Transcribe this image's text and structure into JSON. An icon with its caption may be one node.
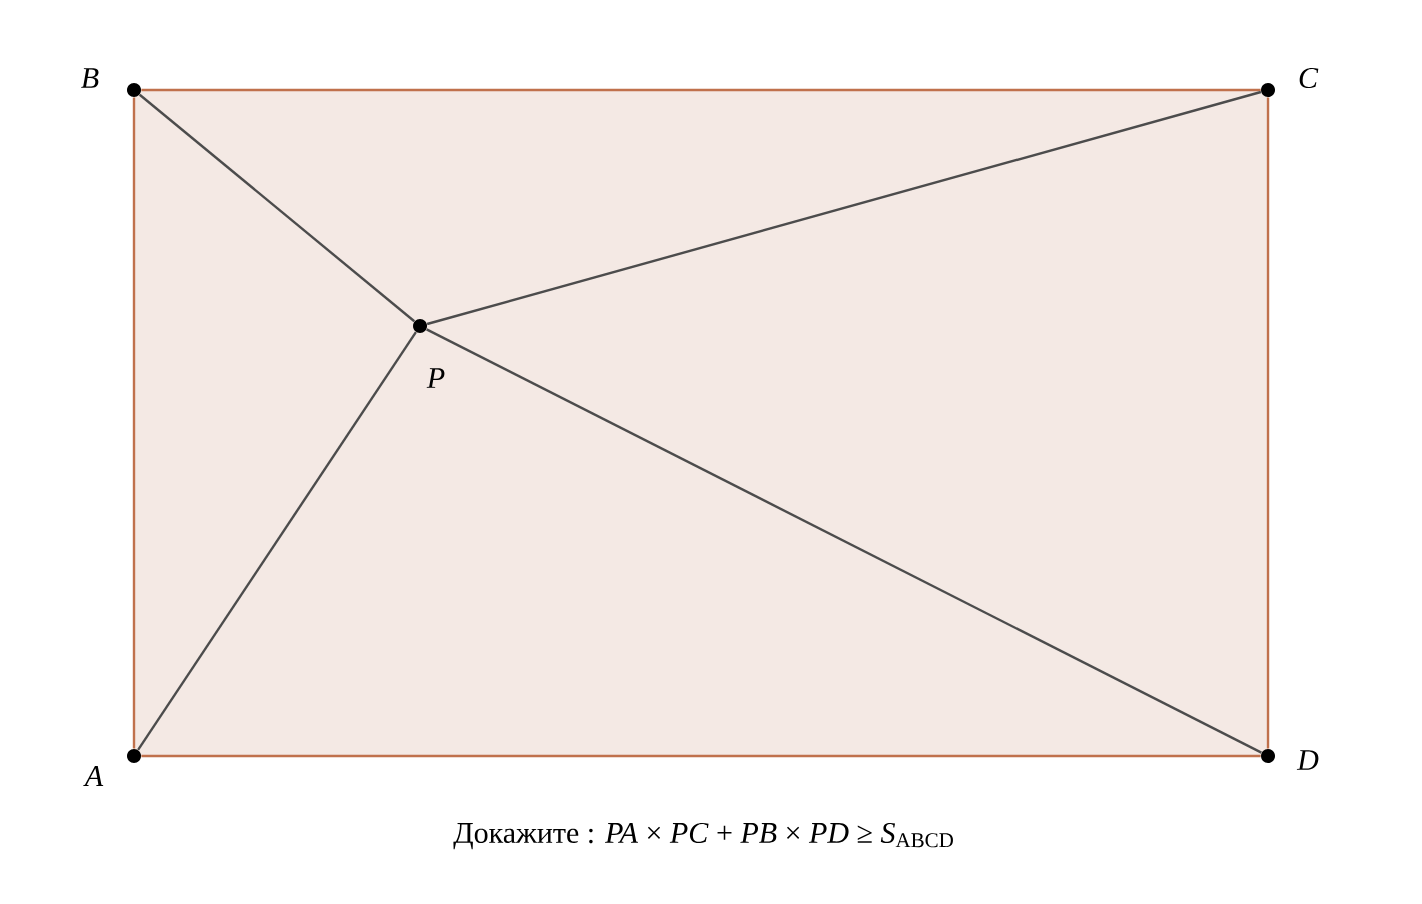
{
  "diagram": {
    "caption": "Докажите : *PA* × *PC* + *PB* × *PD* ≥ *S*$_{ABCD}$",
    "nodes": [
      {
        "text": [],
        "shape": "circle",
        "beside": [
          "B"
        ]
      },
      {
        "text": [],
        "shape": "circle",
        "beside": [
          "C"
        ]
      },
      {
        "text": [],
        "shape": "circle",
        "beside": [
          "P"
        ]
      },
      {
        "text": [],
        "shape": "circle",
        "beside": [
          "A"
        ]
      },
      {
        "text": [],
        "shape": "circle",
        "beside": [
          "D"
        ]
      }
    ],
    "edges": [
      {
        "from": 3,
        "to": 0,
        "arrow": "none",
        "color": "#c0714c"
      },
      {
        "from": 0,
        "to": 1,
        "arrow": "none",
        "color": "#c0714c"
      },
      {
        "from": 1,
        "to": 4,
        "arrow": "none",
        "color": "#c0714c"
      },
      {
        "from": 4,
        "to": 3,
        "arrow": "none",
        "color": "#c0714c"
      },
      {
        "from": 2,
        "to": 3,
        "arrow": "none",
        "color": "#4c4c4c"
      },
      {
        "from": 2,
        "to": 0,
        "arrow": "none",
        "color": "#4c4c4c"
      },
      {
        "from": 2,
        "to": 1,
        "arrow": "none",
        "color": "#4c4c4c"
      },
      {
        "from": 2,
        "to": 4,
        "arrow": "none",
        "color": "#4c4c4c"
      }
    ]
  }
}
